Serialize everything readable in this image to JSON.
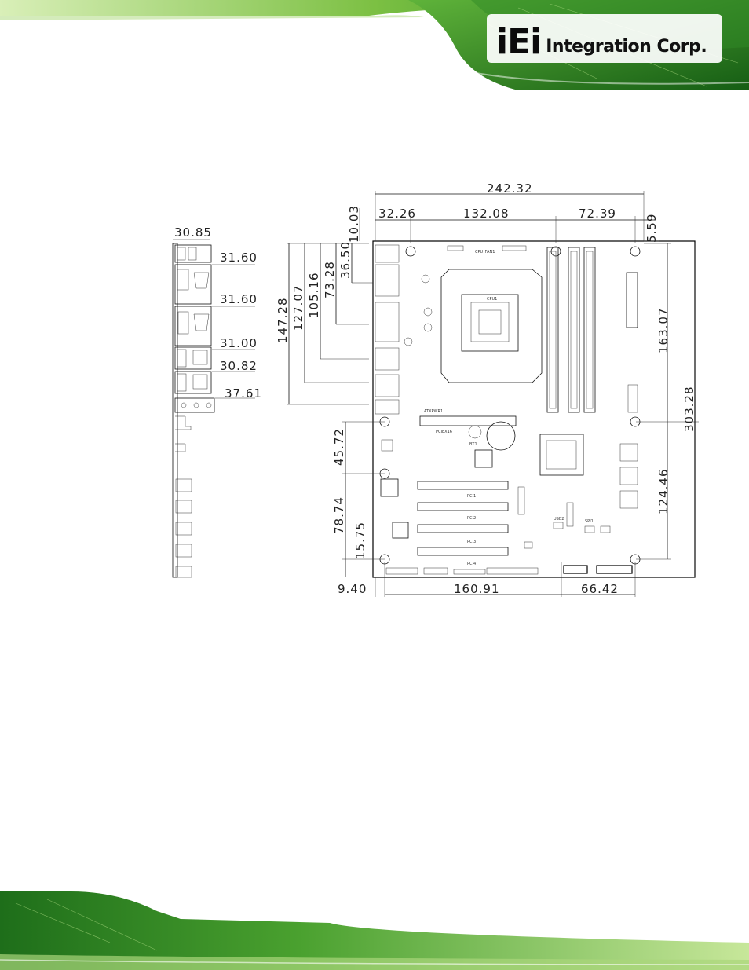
{
  "logo": {
    "mark": "iEi",
    "text": "Integration Corp."
  },
  "dimensions": {
    "top": [
      "242.32",
      "32.26",
      "132.08",
      "72.39",
      "10.03",
      "5.59"
    ],
    "io_panel": [
      "30.85",
      "31.60",
      "31.60",
      "31.00",
      "30.82",
      "37.61"
    ],
    "left_vertical": [
      "147.28",
      "127.07",
      "105.16",
      "73.28",
      "36.50",
      "45.72",
      "78.74",
      "15.75"
    ],
    "right_vertical": [
      "163.07",
      "303.28",
      "124.46"
    ],
    "bottom": [
      "9.40",
      "160.91",
      "66.42"
    ]
  },
  "board_labels": {
    "cpu": "CPU1",
    "pci": [
      "PCI1",
      "PCI2",
      "PCI3",
      "PCI4"
    ],
    "pcie": "PCIEX16",
    "atx": "ATXPWR1",
    "bat": "BT1",
    "usb": "USB2",
    "spi": "SPI1",
    "fan": "CPU_FAN1"
  },
  "colors": {
    "accent_green": "#3aa635",
    "line": "#111111"
  }
}
